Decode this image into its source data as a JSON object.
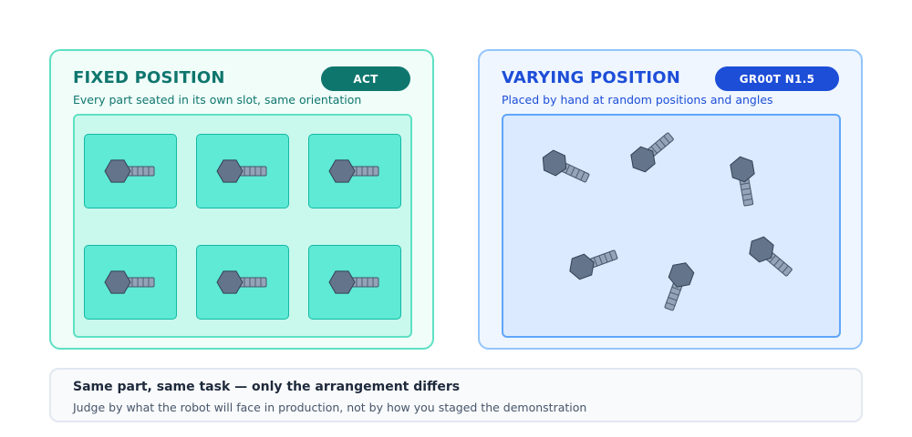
{
  "fixed": {
    "title": "FIXED POSITION",
    "subtitle": "Every part seated in its own slot, same orientation",
    "badge": "ACT",
    "slot_count": 6
  },
  "varying": {
    "title": "VARYING POSITION",
    "subtitle": "Placed by hand at random positions and angles",
    "badge": "GR00T N1.5",
    "part_angles_deg": [
      25,
      -40,
      80,
      -20,
      110,
      40
    ]
  },
  "footer": {
    "title": "Same part, same task — only the arrangement differs",
    "subtitle": "Judge by what the robot will face in production, not by how you staged the demonstration"
  },
  "colors": {
    "fixed_accent": "#0f766e",
    "varying_accent": "#1d4ed8",
    "bolt_head": "#64748b",
    "bolt_shank": "#94a3b8"
  },
  "icons": {
    "part": "hex-bolt-icon"
  }
}
